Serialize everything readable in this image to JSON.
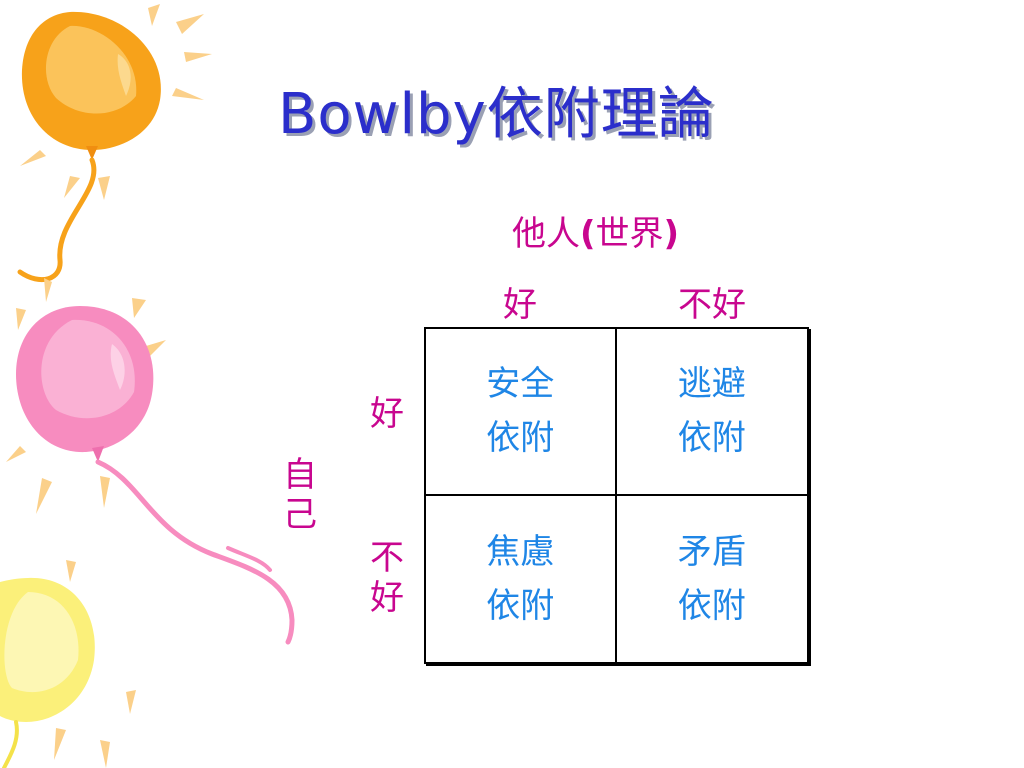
{
  "slide": {
    "title": "Bowlby依附理論",
    "other_label": "他人",
    "other_paren_open": "(",
    "other_world": "世界",
    "other_paren_close": ")",
    "col_good": "好",
    "col_bad": "不好",
    "row_good": "好",
    "row_bad": "不好",
    "self_label": "自己",
    "cells": [
      {
        "line1": "安全",
        "line2": "依附"
      },
      {
        "line1": "逃避",
        "line2": "依附"
      },
      {
        "line1": "焦慮",
        "line2": "依附"
      },
      {
        "line1": "矛盾",
        "line2": "依附"
      }
    ]
  },
  "colors": {
    "title": "#2b2ecb",
    "labels": "#c8068f",
    "cells": "#1f86e6",
    "balloon_orange": "#f7a21a",
    "balloon_pink": "#f58bc0",
    "balloon_yellow": "#fbf272"
  }
}
